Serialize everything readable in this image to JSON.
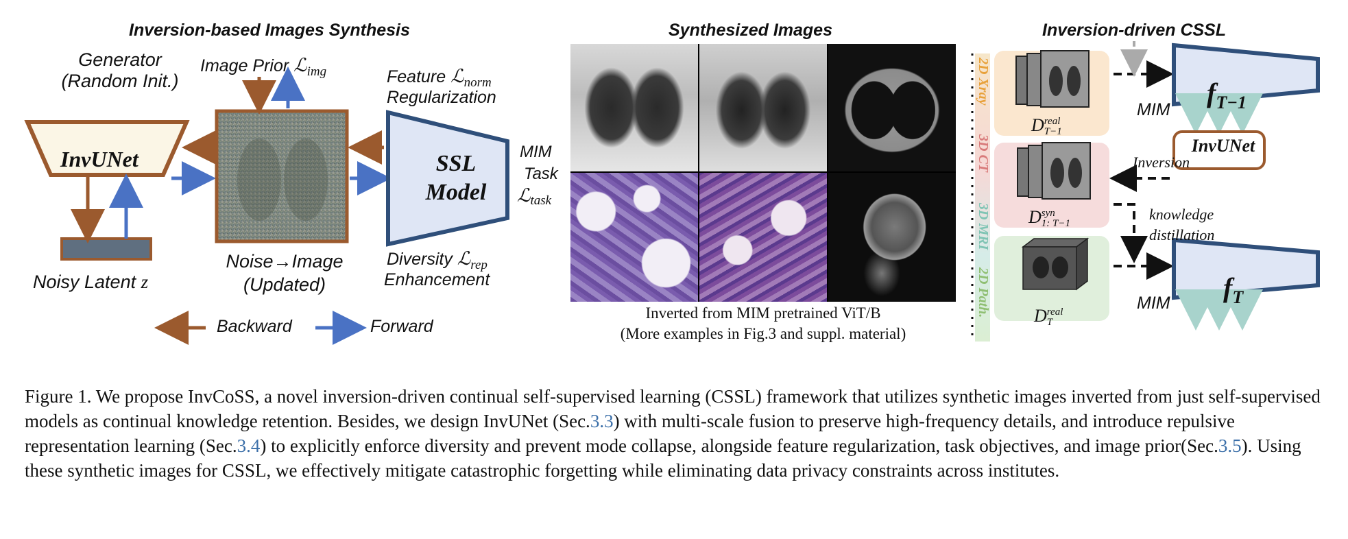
{
  "left_panel": {
    "title": "Inversion-based Images Synthesis",
    "generator_label_line1": "Generator",
    "generator_label_line2": "(Random Init.)",
    "generator_name": "InvUNet",
    "image_prior_label": "Image Prior",
    "image_prior_symbol": "ℒ",
    "image_prior_sub": "img",
    "feature_label": "Feature",
    "feature_symbol": "ℒ",
    "feature_sub": "norm",
    "regularization_label": "Regularization",
    "ssl_line1": "SSL",
    "ssl_line2": "Model",
    "mim_label": "MIM",
    "task_label": "Task",
    "task_symbol": "ℒ",
    "task_sub": "task",
    "noisy_latent_label": "Noisy Latent",
    "noisy_latent_var": "z",
    "noise_image_line1": "Noise→Image",
    "noise_image_line2": "(Updated)",
    "diversity_label": "Diversity",
    "diversity_symbol": "ℒ",
    "diversity_sub": "rep",
    "enhancement_label": "Enhancement",
    "legend_backward": "Backward",
    "legend_forward": "Forward",
    "backward_color": "#9b5a2e",
    "forward_color": "#4a72c4"
  },
  "middle_panel": {
    "title": "Synthesized Images",
    "caption_line1": "Inverted from MIM pretrained ViT/B",
    "caption_line2": "(More examples in Fig.3 and suppl. material)"
  },
  "right_panel": {
    "title": "Inversion-driven CSSL",
    "modality_labels": [
      "2D Xray",
      "3D CT",
      "3D MRI",
      "2D Path."
    ],
    "modality_colors": [
      "#e8a13a",
      "#d87a7a",
      "#7fc4b4",
      "#8fbf72"
    ],
    "prev_model": "f",
    "prev_model_sub": "T−1",
    "cur_model": "f",
    "cur_model_sub": "T",
    "invunet_label": "InvUNet",
    "inversion_label": "Inversion",
    "knowledge_line1": "knowledge",
    "knowledge_line2": "distillation",
    "mim_top": "MIM",
    "mim_bottom": "MIM",
    "d_prev": "D",
    "d_prev_sup": "real",
    "d_prev_sub": "T−1",
    "d_syn": "D",
    "d_syn_sup": "syn",
    "d_syn_sub": "1: T−1",
    "d_cur": "D",
    "d_cur_sup": "real",
    "d_cur_sub": "T"
  },
  "caption": {
    "prefix": "Figure 1. We propose InvCoSS, a novel inversion-driven continual self-supervised learning (CSSL) framework that utilizes synthetic images inverted from just self-supervised models as continual knowledge retention. Besides, we design InvUNet (Sec.",
    "ref1": "3.3",
    "mid1": ") with multi-scale fusion to preserve high-frequency details, and introduce repulsive representation learning (Sec.",
    "ref2": "3.4",
    "mid2": ") to explicitly enforce diversity and prevent mode collapse, alongside feature regularization, task objectives, and image prior(Sec.",
    "ref3": "3.5",
    "suffix": "). Using these synthetic images for CSSL, we effectively mitigate catastrophic forgetting while eliminating data privacy constraints across institutes."
  }
}
